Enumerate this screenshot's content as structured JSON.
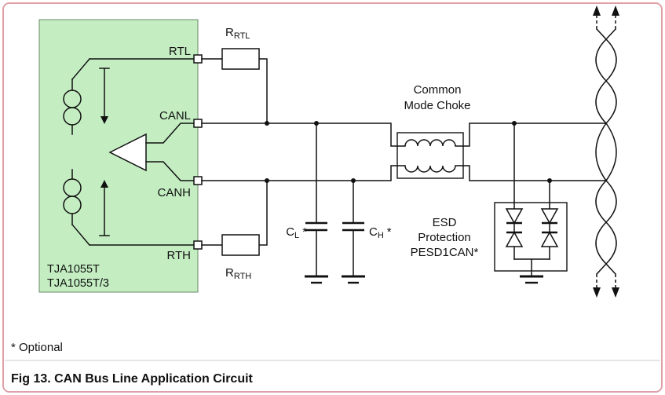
{
  "figure": {
    "optional_note": "* Optional",
    "caption": "Fig 13. CAN Bus Line Application Circuit"
  },
  "chip": {
    "line1": "TJA1055T",
    "line2": "TJA1055T/3",
    "pin_rtl": "RTL",
    "pin_canl": "CANL",
    "pin_canh": "CANH",
    "pin_rth": "RTH"
  },
  "labels": {
    "r_rtl": {
      "base": "R",
      "sub": "RTL"
    },
    "r_rth": {
      "base": "R",
      "sub": "RTH"
    },
    "c_l": {
      "base": "C",
      "sub": "L",
      "suffix": "*"
    },
    "c_h": {
      "base": "C",
      "sub": "H",
      "suffix": "*"
    },
    "choke": {
      "line1": "Common",
      "line2": "Mode Choke"
    },
    "esd": {
      "line1": "ESD",
      "line2": "Protection",
      "line3": "PESD1CAN*"
    }
  },
  "colors": {
    "chip_fill": "#c4eec2",
    "chip_border": "#6b8a6b",
    "frame": "#dfa0a8",
    "caption": "#1273b8"
  }
}
